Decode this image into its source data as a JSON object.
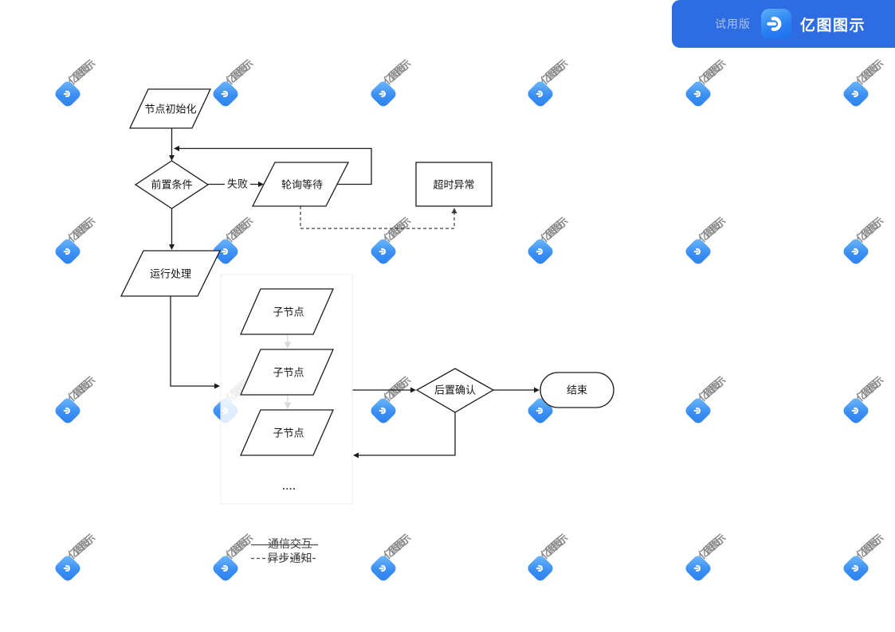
{
  "badge": {
    "trial_label": "试用版",
    "app_name": "亿图图示"
  },
  "watermark": {
    "text": "亿图图示"
  },
  "flowchart": {
    "nodes": [
      {
        "id": "init",
        "label": "节点初始化",
        "shape": "parallelogram"
      },
      {
        "id": "precondition",
        "label": "前置条件",
        "shape": "diamond"
      },
      {
        "id": "polling",
        "label": "轮询等待",
        "shape": "parallelogram"
      },
      {
        "id": "timeout",
        "label": "超时异常",
        "shape": "rectangle"
      },
      {
        "id": "run",
        "label": "运行处理",
        "shape": "parallelogram"
      },
      {
        "id": "child-1",
        "label": "子节点",
        "shape": "parallelogram"
      },
      {
        "id": "child-2",
        "label": "子节点",
        "shape": "parallelogram"
      },
      {
        "id": "child-3",
        "label": "子节点",
        "shape": "parallelogram"
      },
      {
        "id": "more",
        "label": "....",
        "shape": "text"
      },
      {
        "id": "post-confirm",
        "label": "后置确认",
        "shape": "diamond"
      },
      {
        "id": "end",
        "label": "结束",
        "shape": "terminator"
      }
    ],
    "edges": [
      {
        "from": "init",
        "to": "precondition",
        "style": "solid",
        "label": ""
      },
      {
        "from": "precondition",
        "to": "polling",
        "style": "solid",
        "label": "失败"
      },
      {
        "from": "polling",
        "to": "precondition",
        "style": "solid",
        "label": ""
      },
      {
        "from": "polling",
        "to": "timeout",
        "style": "dashed",
        "label": ""
      },
      {
        "from": "precondition",
        "to": "run",
        "style": "solid",
        "label": ""
      },
      {
        "from": "run",
        "to": "child-group",
        "style": "solid",
        "label": ""
      },
      {
        "from": "child-1",
        "to": "child-2",
        "style": "solid",
        "label": ""
      },
      {
        "from": "child-2",
        "to": "child-3",
        "style": "solid",
        "label": ""
      },
      {
        "from": "child-group",
        "to": "post-confirm",
        "style": "solid",
        "label": ""
      },
      {
        "from": "post-confirm",
        "to": "end",
        "style": "solid",
        "label": ""
      },
      {
        "from": "post-confirm",
        "to": "child-group",
        "style": "solid",
        "label": ""
      }
    ],
    "legend": [
      {
        "style": "solid",
        "label": "通信交互"
      },
      {
        "style": "dashed",
        "label": "异步通知"
      }
    ],
    "colors": {
      "stroke": "#1c1c1c",
      "fill": "#ffffff",
      "watermark_blue": "#3b8ff3",
      "badge_blue": "#2e6ce2"
    }
  }
}
